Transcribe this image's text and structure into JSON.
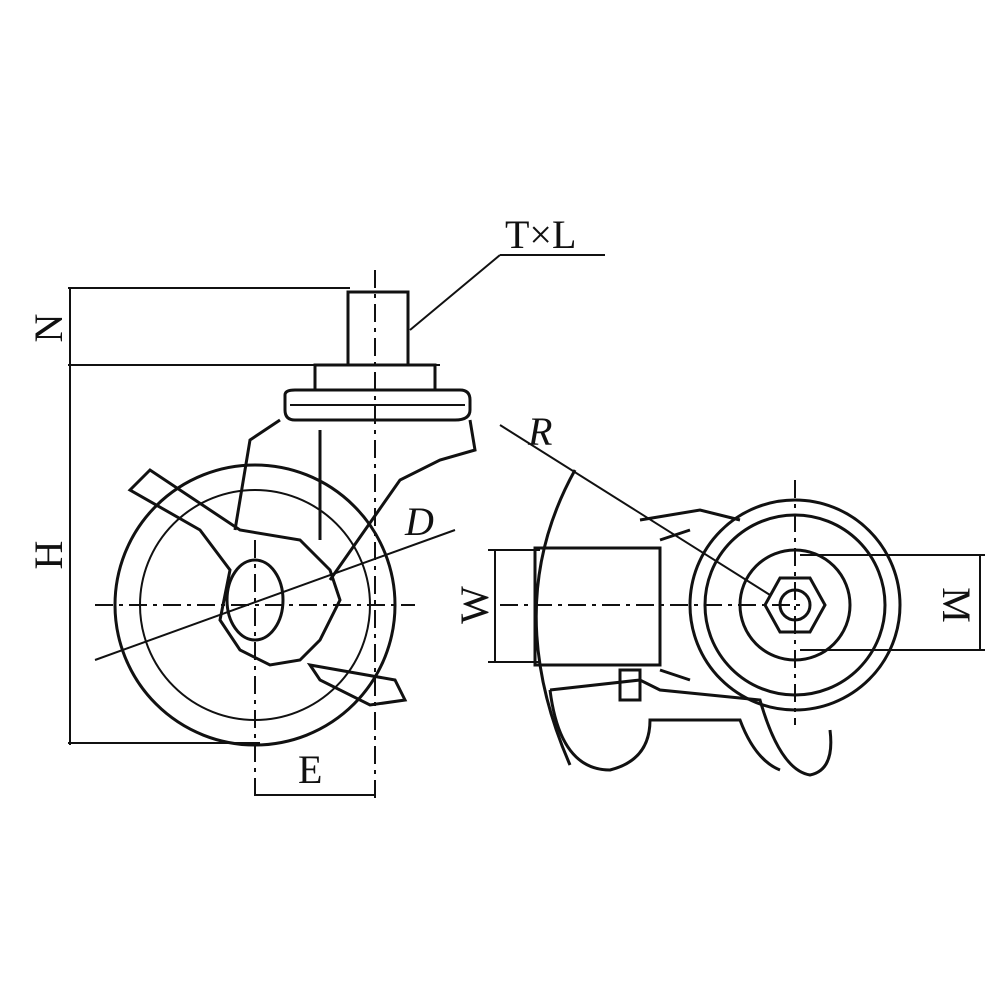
{
  "labels": {
    "thread": "T×L",
    "n": "N",
    "h": "H",
    "d": "D",
    "e": "E",
    "r": "R",
    "w": "W",
    "m": "M"
  }
}
